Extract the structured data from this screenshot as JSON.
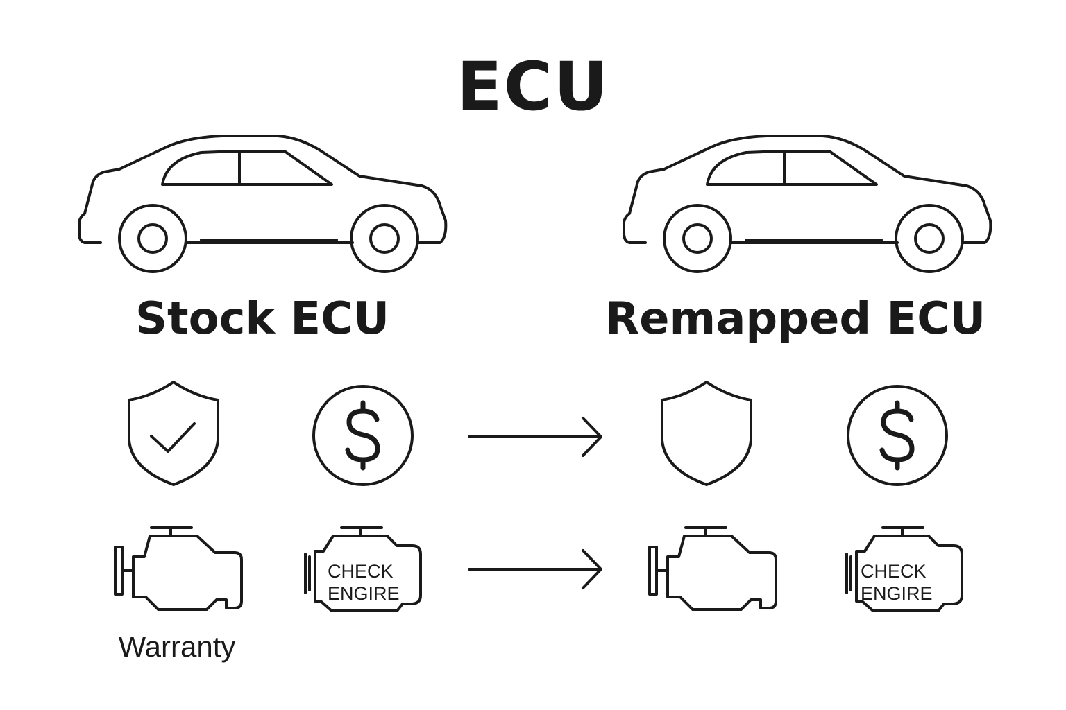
{
  "title": "ECU",
  "panels": {
    "left": {
      "title": "Stock ECU"
    },
    "right": {
      "title": "Remapped ECU"
    }
  },
  "icons": {
    "car": "car-outline-icon",
    "shield_check": "shield-check-icon",
    "shield": "shield-icon",
    "coin": "dollar-coin-icon",
    "arrow": "arrow-right-icon",
    "engine": "engine-icon",
    "check_engine": "check-engine-icon"
  },
  "check_engine": {
    "line1": "CHECK",
    "line2": "ENGIRE"
  },
  "caption": "Warranty",
  "colors": {
    "stroke": "#1a1a1a",
    "background": "#ffffff"
  }
}
